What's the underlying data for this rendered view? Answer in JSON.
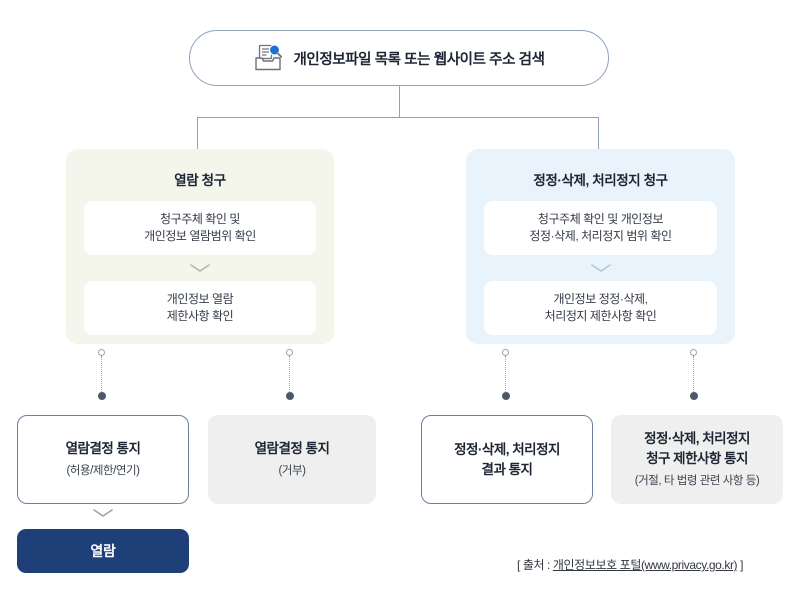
{
  "diagram": {
    "title_node": {
      "icon": "document-search-icon",
      "label": "개인정보파일 목록 또는 웹사이트 주소 검색"
    },
    "branches": [
      {
        "id": "access-request",
        "title": "열람 청구",
        "accent_color": "#f4f6ec",
        "steps": [
          {
            "lines": [
              "청구주체 확인 및",
              "개인정보 열람범위 확인"
            ]
          },
          {
            "lines": [
              "개인정보 열람",
              "제한사항 확인"
            ]
          }
        ]
      },
      {
        "id": "correction-deletion-suspension-request",
        "title": "정정·삭제, 처리정지 청구",
        "accent_color": "#e9f3fb",
        "steps": [
          {
            "lines": [
              "청구주체 확인 및 개인정보",
              "정정·삭제, 처리정지 범위 확인"
            ]
          },
          {
            "lines": [
              "개인정보 정정·삭제,",
              "처리정지 제한사항 확인"
            ]
          }
        ]
      }
    ],
    "results": [
      {
        "id": "access-decision-allow",
        "style": "outlined",
        "main": [
          "열람결정 통지"
        ],
        "sub": "(허용/제한/연기)"
      },
      {
        "id": "access-decision-refuse",
        "style": "filled",
        "main": [
          "열람결정 통지"
        ],
        "sub": "(거부)"
      },
      {
        "id": "correction-result-notice",
        "style": "outlined",
        "main": [
          "정정·삭제, 처리정지",
          "결과 통지"
        ],
        "sub": ""
      },
      {
        "id": "correction-restriction-notice",
        "style": "filled",
        "main": [
          "정정·삭제, 처리정지",
          "청구 제한사항 통지"
        ],
        "sub": "(거절, 타 법령 관련 사항 등)"
      }
    ],
    "final_node": {
      "label": "열람",
      "color": "#1f3f79"
    },
    "footer": {
      "prefix": "[ 출처 : ",
      "link": "개인정보보호 포털(www.privacy.go.kr)",
      "suffix": " ]"
    }
  }
}
